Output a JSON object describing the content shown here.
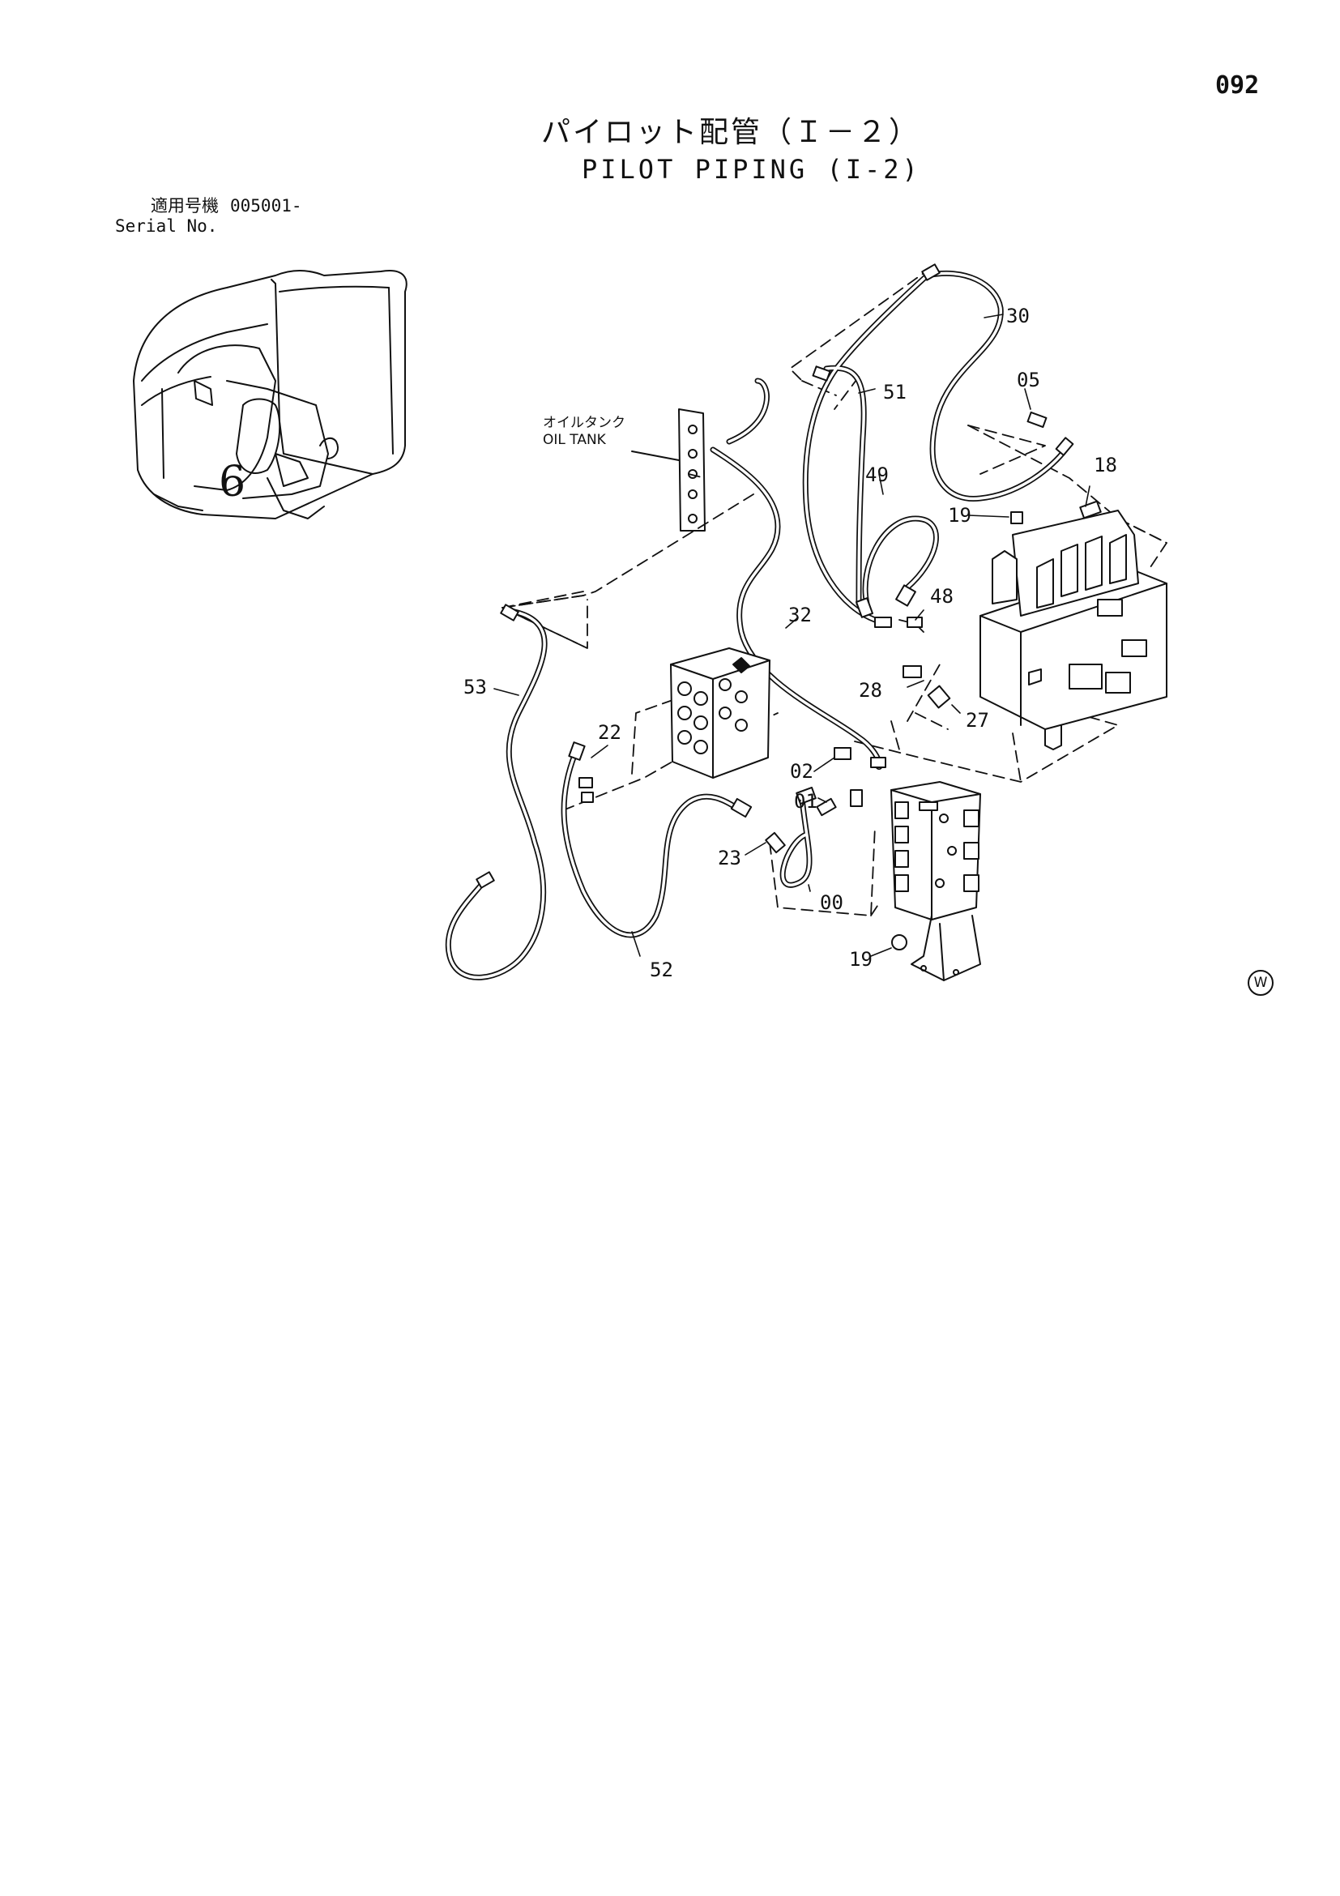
{
  "page_number": "092",
  "title_jp": "パイロット配管（Ｉ－２）",
  "title_en": "PILOT PIPING (I-2)",
  "serial": {
    "label_jp": "適用号機",
    "label_en": "Serial No.",
    "value": "005001-"
  },
  "oil_tank": {
    "label_jp": "オイルタンク",
    "label_en": "OIL TANK"
  },
  "parts": {
    "p30": "30",
    "p05": "05",
    "p51": "51",
    "p18": "18",
    "p49": "49",
    "p19a": "19",
    "p32": "32",
    "p48": "48",
    "p53": "53",
    "p28": "28",
    "p27": "27",
    "p22": "22",
    "p02": "02",
    "p01": "01",
    "p23": "23",
    "p00": "00",
    "p52": "52",
    "p19b": "19"
  },
  "mark": "W",
  "inset_mark": "6"
}
